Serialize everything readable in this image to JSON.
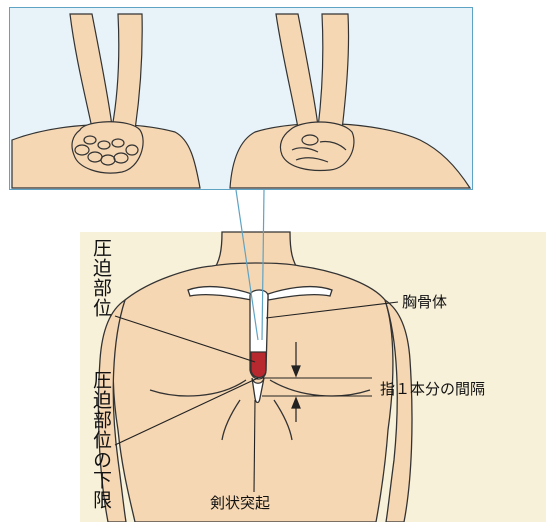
{
  "labels": {
    "compression_site": "圧迫部位",
    "compression_lower_limit": "圧迫部位の下限",
    "sternum_body": "胸骨体",
    "one_finger_gap": "指１本分の間隔",
    "xiphoid_process": "剣状突起"
  },
  "colors": {
    "inset_border": "#5fa3c4",
    "inset_bg": "#e7f3f8",
    "panel_bg": "#f8f1da",
    "skin": "#f6d7b3",
    "compression_area": "#b8292f"
  }
}
